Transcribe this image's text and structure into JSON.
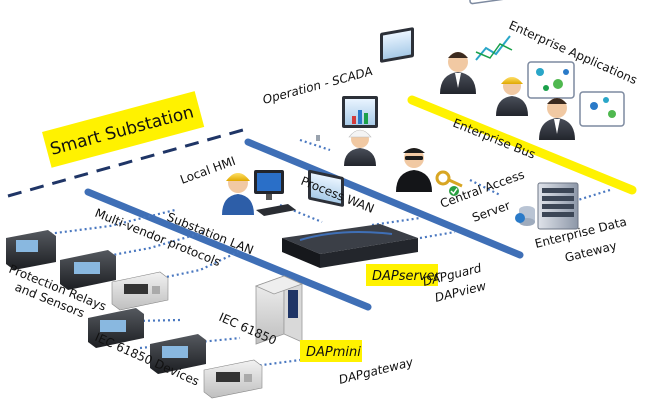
{
  "labels": {
    "enterprise_applications": "Enterprise Applications",
    "operation_scada": "Operation - SCADA",
    "smart_substation": "Smart Substation",
    "enterprise_bus": "Enterprise Bus",
    "local_hmi": "Local HMI",
    "process_wan": "Process WAN",
    "central_access_server_1": "Central Access",
    "central_access_server_2": "Server",
    "substation_lan": "Substation LAN",
    "enterprise_data_gateway_1": "Enterprise Data",
    "enterprise_data_gateway_2": "Gateway",
    "multi_vendor_protocols": "Multi-vendor protocols",
    "protection_relays_1": "Protection Relays",
    "protection_relays_2": "and Sensors",
    "dapguard_prefix": "DAP",
    "dapguard_suffix": "guard",
    "dapview_prefix": "DAP",
    "dapview_suffix": "view",
    "iec61850": "IEC 61850",
    "iec61850_devices": "IEC 61850 Devices",
    "dapgateway_prefix": "DAP",
    "dapgateway_suffix": "gateway"
  },
  "products": {
    "dapserver_prefix": "DAP",
    "dapserver_suffix": "server",
    "dapmini_prefix": "DAP",
    "dapmini_suffix": "mini"
  },
  "colors": {
    "highlight_yellow": "#fff200",
    "network_blue": "#3f6fb6",
    "dashed_navy": "#1f3566",
    "dotted_link": "#4a78c0"
  },
  "icons": [
    "engineer-icon",
    "businessman-icon",
    "security-guard-icon",
    "key-icon",
    "monitor-icon",
    "server-rack-icon",
    "relay-device-icon",
    "chart-screen-icon"
  ]
}
